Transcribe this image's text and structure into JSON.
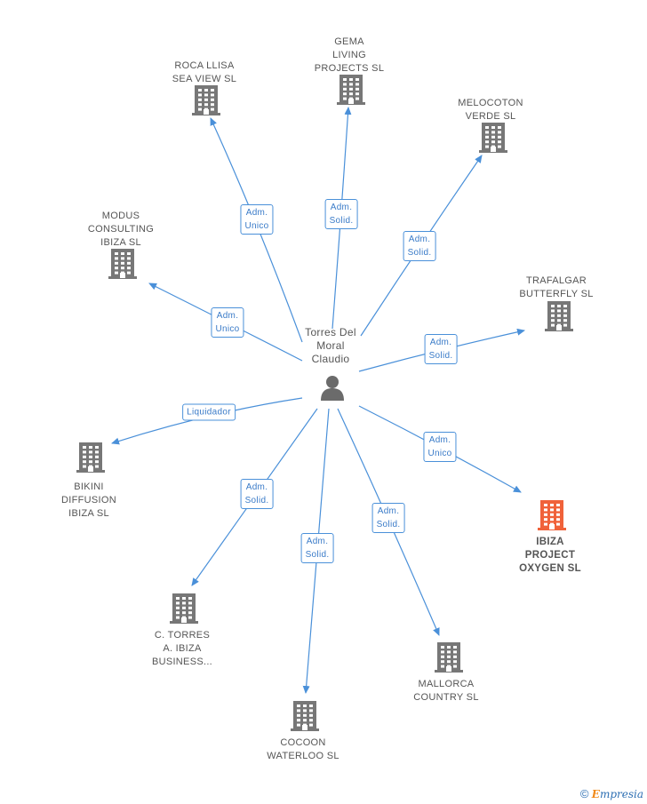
{
  "colors": {
    "edge": "#4a90d9",
    "node_icon": "#777777",
    "highlight_icon": "#f0623a",
    "person_icon": "#6b6b6b"
  },
  "center": {
    "name": "Torres Del\nMoral\nClaudio",
    "icon": "person-icon"
  },
  "companies": [
    {
      "id": "roca",
      "name": "ROCA LLISA\nSEA VIEW  SL",
      "relation": "Adm.\nUnico",
      "highlight": false
    },
    {
      "id": "gema",
      "name": "GEMA\nLIVING\nPROJECTS SL",
      "relation": "Adm.\nSolid.",
      "highlight": false
    },
    {
      "id": "melocoton",
      "name": "MELOCOTON\nVERDE SL",
      "relation": "Adm.\nSolid.",
      "highlight": false
    },
    {
      "id": "modus",
      "name": "MODUS\nCONSULTING\nIBIZA  SL",
      "relation": "Adm.\nUnico",
      "highlight": false
    },
    {
      "id": "trafalgar",
      "name": "TRAFALGAR\nBUTTERFLY SL",
      "relation": "Adm.\nSolid.",
      "highlight": false
    },
    {
      "id": "bikini",
      "name": "BIKINI\nDIFFUSION\nIBIZA SL",
      "relation": "Liquidador",
      "highlight": false
    },
    {
      "id": "ibiza",
      "name": "IBIZA\nPROJECT\nOXYGEN  SL",
      "relation": "Adm.\nUnico",
      "highlight": true
    },
    {
      "id": "ctorres",
      "name": "C.  TORRES\nA. IBIZA\nBUSINESS...",
      "relation": "Adm.\nSolid.",
      "highlight": false
    },
    {
      "id": "cocoon",
      "name": "COCOON\nWATERLOO SL",
      "relation": "Adm.\nSolid.",
      "highlight": false
    },
    {
      "id": "mallorca",
      "name": "MALLORCA\nCOUNTRY SL",
      "relation": "Adm.\nSolid.",
      "highlight": false
    }
  ],
  "watermark": {
    "copyright": "©",
    "brand_first": "E",
    "brand_rest": "mpresia"
  }
}
